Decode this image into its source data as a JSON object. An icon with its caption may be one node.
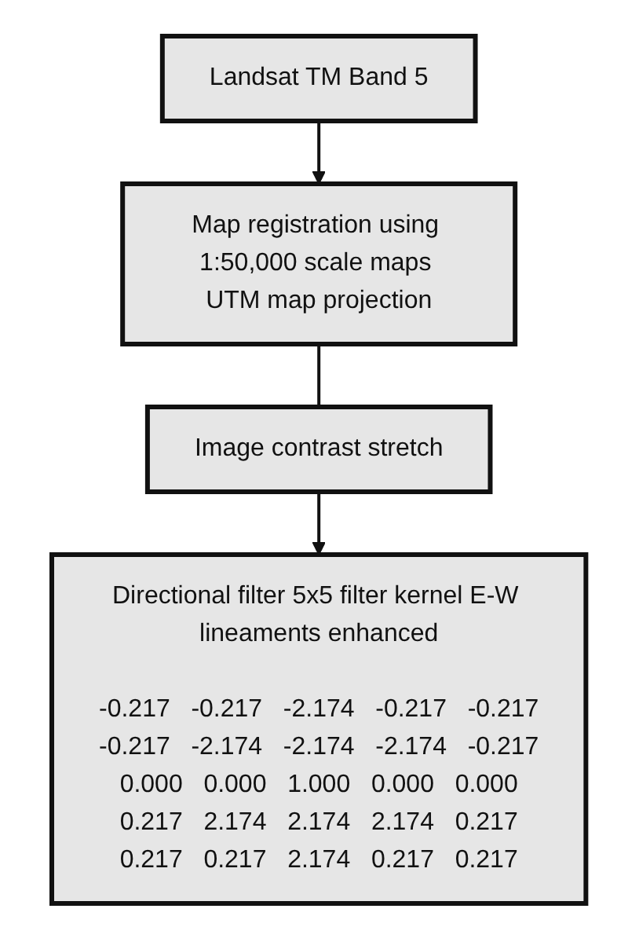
{
  "diagram": {
    "nodes": [
      {
        "text": [
          "Landsat TM Band 5"
        ]
      },
      {
        "text": [
          "Map registration using 1:50,000 scale maps UTM map projection"
        ]
      },
      {
        "text": [
          "Image contrast stretch"
        ]
      },
      {
        "text": [
          "Directional filter 5x5 filter kernel E-W lineaments enhanced",
          "-0.217 -0.217 -2.174 -0.217 -0.217 -0.217 -2.174 -2.174 -2.174 -0.217 0.000 0.000 1.000 0.000 0.000 0.217 2.174 2.174 2.174 0.217 0.217 0.217 2.174 0.217 0.217"
        ]
      }
    ],
    "edges": [
      {
        "from": 0,
        "to": 1,
        "arrow": "to"
      },
      {
        "from": 1,
        "to": 2,
        "arrow": "none"
      },
      {
        "from": 2,
        "to": 3,
        "arrow": "to"
      }
    ]
  }
}
